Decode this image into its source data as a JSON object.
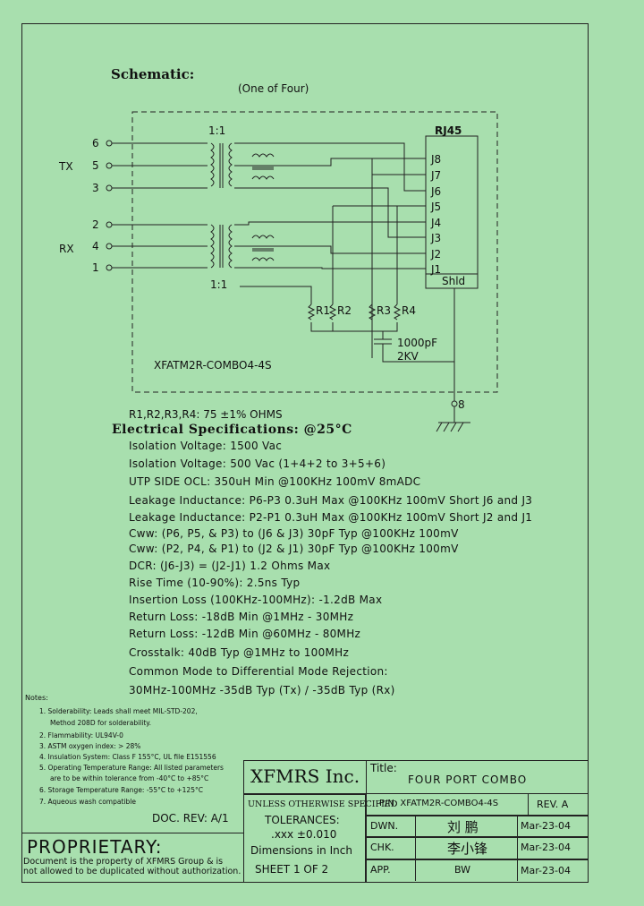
{
  "schematic": {
    "title": "Schematic:",
    "subtitle": "(One of Four)",
    "rj45": "RJ45",
    "ratio_top": "1:1",
    "ratio_bottom": "1:1",
    "tx_label": "TX",
    "rx_label": "RX",
    "pins_left": [
      "6",
      "5",
      "3",
      "2",
      "4",
      "1"
    ],
    "jacks": [
      "J8",
      "J7",
      "J6",
      "J5",
      "J4",
      "J3",
      "J2",
      "J1",
      "Shld"
    ],
    "resistors": [
      "R1",
      "R2",
      "R3",
      "R4"
    ],
    "cap_value": "1000pF",
    "cap_voltage": "2KV",
    "part_label": "XFATM2R-COMBO4-4S",
    "ground_pin": "8"
  },
  "resistor_values": "R1,R2,R3,R4: 75 ±1% OHMS",
  "electrical": {
    "title": "Electrical   Specifications: @25°C",
    "lines": [
      "Isolation Voltage:  1500 Vac",
      "Isolation Voltage:  500 Vac (1+4+2 to 3+5+6)",
      "UTP SIDE OCL: 350uH Min @100KHz 100mV 8mADC",
      "Leakage Inductance:  P6-P3 0.3uH Max @100KHz 100mV Short J6 and J3",
      "Leakage Inductance:  P2-P1 0.3uH Max @100KHz 100mV Short J2 and J1",
      "Cww:  (P6, P5, & P3) to (J6 & J3) 30pF Typ @100KHz 100mV",
      "Cww:  (P2, P4, & P1) to (J2 & J1) 30pF Typ @100KHz 100mV",
      "DCR:  (J6-J3) = (J2-J1) 1.2 Ohms Max",
      "Rise Time (10-90%): 2.5ns Typ",
      "Insertion Loss (100KHz-100MHz): -1.2dB Max",
      "Return Loss: -18dB Min @1MHz - 30MHz",
      "Return Loss: -12dB Min @60MHz - 80MHz",
      "Crosstalk: 40dB Typ @1MHz to 100MHz",
      "Common Mode to Differential Mode Rejection:",
      " 30MHz-100MHz    -35dB Typ (Tx) / -35dB Typ (Rx)"
    ]
  },
  "notes": {
    "title": "Notes:",
    "items": [
      "1. Solderability: Leads shall meet MIL-STD-202,",
      "Method 208D for solderability.",
      "2. Flammability: UL94V-0",
      "3. ASTM oxygen index: > 28%",
      "4. Insulation System: Class F 155°C, UL file E151556",
      "5. Operating Temperature Range: All listed parameters",
      "are to be within tolerance from -40°C to +85°C",
      "6. Storage Temperature Range: -55°C to +125°C",
      "7. Aqueous wash compatible"
    ]
  },
  "doc_rev": "DOC. REV: A/1",
  "proprietary": {
    "title": "PROPRIETARY:",
    "line1": "Document is the property of XFMRS Group & is",
    "line2": "not allowed to be duplicated without authorization."
  },
  "title_block": {
    "company": "XFMRS Inc.",
    "title_label": "Title:",
    "title_value": "FOUR PORT COMBO",
    "unless": "UNLESS OTHERWISE SPECIFIED",
    "tolerances": "TOLERANCES:",
    "tol_value": ".xxx ±0.010",
    "dims": "Dimensions in Inch",
    "sheet": "SHEET  1  OF  2",
    "pn": "P/N: XFATM2R-COMBO4-4S",
    "rev": "REV. A",
    "dwn_label": "DWN.",
    "dwn_name": "刘 鹏",
    "dwn_date": "Mar-23-04",
    "chk_label": "CHK.",
    "chk_name": "李小锋",
    "chk_date": "Mar-23-04",
    "app_label": "APP.",
    "app_name": "BW",
    "app_date": "Mar-23-04"
  }
}
